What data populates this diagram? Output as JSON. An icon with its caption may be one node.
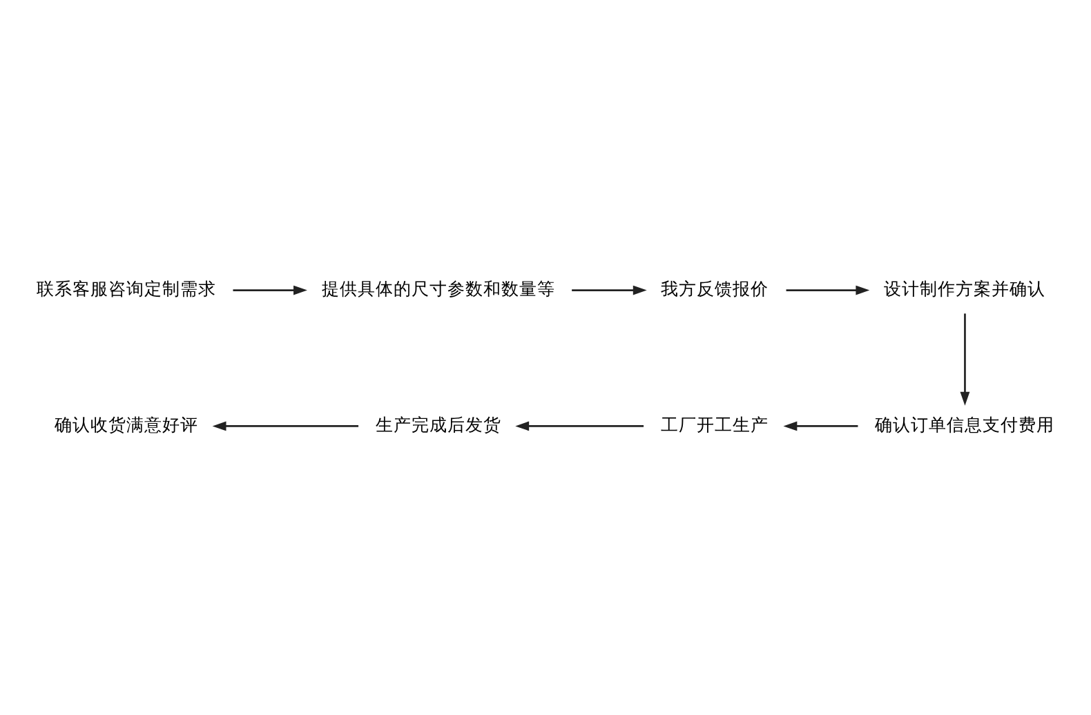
{
  "diagram": {
    "nodes": [
      {
        "text": [
          "联系客服咨询定制需求"
        ]
      },
      {
        "text": [
          "提供具体的尺寸参数和数量等"
        ]
      },
      {
        "text": [
          "我方反馈报价"
        ]
      },
      {
        "text": [
          "设计制作方案并确认"
        ]
      },
      {
        "text": [
          "确认订单信息支付费用"
        ]
      },
      {
        "text": [
          "工厂开工生产"
        ]
      },
      {
        "text": [
          "生产完成后发货"
        ]
      },
      {
        "text": [
          "确认收货满意好评"
        ]
      }
    ],
    "edges": [
      {
        "from": 0,
        "to": 1,
        "arrow": "to"
      },
      {
        "from": 1,
        "to": 2,
        "arrow": "to"
      },
      {
        "from": 2,
        "to": 3,
        "arrow": "to"
      },
      {
        "from": 3,
        "to": 4,
        "arrow": "to"
      },
      {
        "from": 4,
        "to": 5,
        "arrow": "to"
      },
      {
        "from": 5,
        "to": 6,
        "arrow": "to"
      },
      {
        "from": 6,
        "to": 7,
        "arrow": "to"
      }
    ]
  }
}
